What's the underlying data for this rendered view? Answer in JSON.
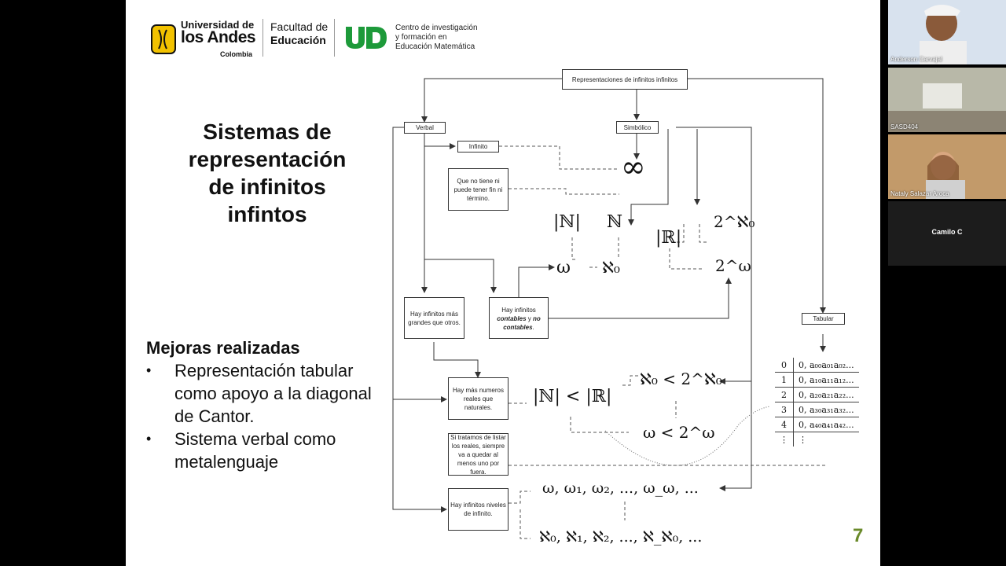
{
  "header": {
    "university": [
      "Universidad de",
      "los Andes",
      "Colombia"
    ],
    "faculty": [
      "Facultad de",
      "Educación"
    ],
    "center_logo": "UD",
    "center": [
      "Centro de investigación",
      "y formación en",
      "Educación Matemática"
    ]
  },
  "slide": {
    "title": [
      "Sistemas de",
      "representación",
      "de infinitos",
      "infintos"
    ],
    "improvements_title": "Mejoras realizadas",
    "bullets": [
      "Representación tabular como apoyo a la diagonal de Cantor.",
      "Sistema verbal como metalenguaje"
    ],
    "page_number": "7"
  },
  "diagram": {
    "root": "Representaciones de infinitos infinitos",
    "verbal": "Verbal",
    "simbolico": "Simbólico",
    "tabular": "Tabular",
    "infinito": "Infinito",
    "def_text": "Que no tiene ni puede tener fin ni término.",
    "grandes": "Hay infinitos más grandes que otros.",
    "contables": [
      "Hay infinitos ",
      "contables",
      " y ",
      "no contables",
      "."
    ],
    "reales": "Hay más numeros reales que naturales.",
    "listar": "Si tratamos de listar los reales, siempre va a quedar al menos uno por fuera.",
    "niveles": "Hay infinitos niveles de infinito.",
    "sym_inf": "∞",
    "sym_card_n": "|ℕ|",
    "sym_n": "ℕ",
    "sym_omega": "ω",
    "sym_aleph0": "ℵ₀",
    "sym_card_r": "|ℝ|",
    "sym_2aleph": "2^ℵ₀",
    "sym_2omega": "2^ω",
    "ineq_nr": "|ℕ| < |ℝ|",
    "ineq_aleph": "ℵ₀ < 2^ℵ₀",
    "ineq_omega": "ω < 2^ω",
    "omega_seq": "ω, ω₁, ω₂, ..., ω_ω, ...",
    "aleph_seq": "ℵ₀, ℵ₁, ℵ₂, ..., ℵ_ℵ₀, ...",
    "table": [
      [
        "0",
        "0, a₀₀a₀₁a₀₂..."
      ],
      [
        "1",
        "0, a₁₀a₁₁a₁₂..."
      ],
      [
        "2",
        "0, a₂₀a₂₁a₂₂..."
      ],
      [
        "3",
        "0, a₃₀a₃₁a₃₂..."
      ],
      [
        "4",
        "0, a₄₀a₄₁a₄₂..."
      ],
      [
        "⋮",
        "⋮"
      ]
    ]
  },
  "participants": [
    {
      "name": "Anderson Carvajal"
    },
    {
      "name": "SASD404"
    },
    {
      "name": "Nataly Salazar Aroca"
    },
    {
      "name": "Camilo C"
    }
  ]
}
